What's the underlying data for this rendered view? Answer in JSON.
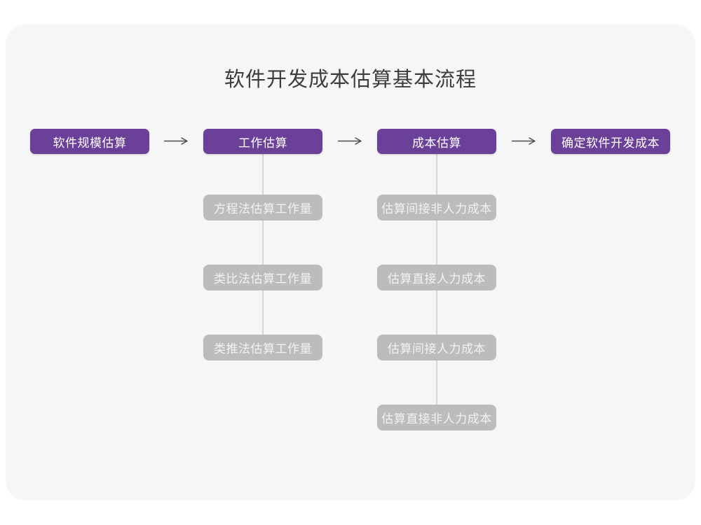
{
  "title": "软件开发成本估算基本流程",
  "colors": {
    "accent_purple": "#6b4098",
    "panel_background": "#f6f6f6",
    "sub_node_gray": "#bcbcbc",
    "connector_line": "#d6d6d6",
    "arrow": "#4d4d4d",
    "title_text": "#3d3d3d",
    "node_text": "#ffffff"
  },
  "flow": {
    "main_steps": [
      {
        "label": "软件规模估算",
        "children": []
      },
      {
        "label": "工作估算",
        "children": [
          "方程法估算工作量",
          "类比法估算工作量",
          "类推法估算工作量"
        ]
      },
      {
        "label": "成本估算",
        "children": [
          "估算间接非人力成本",
          "估算直接人力成本",
          "估算间接人力成本",
          "估算直接非人力成本"
        ]
      },
      {
        "label": "确定软件开发成本",
        "children": []
      }
    ]
  }
}
